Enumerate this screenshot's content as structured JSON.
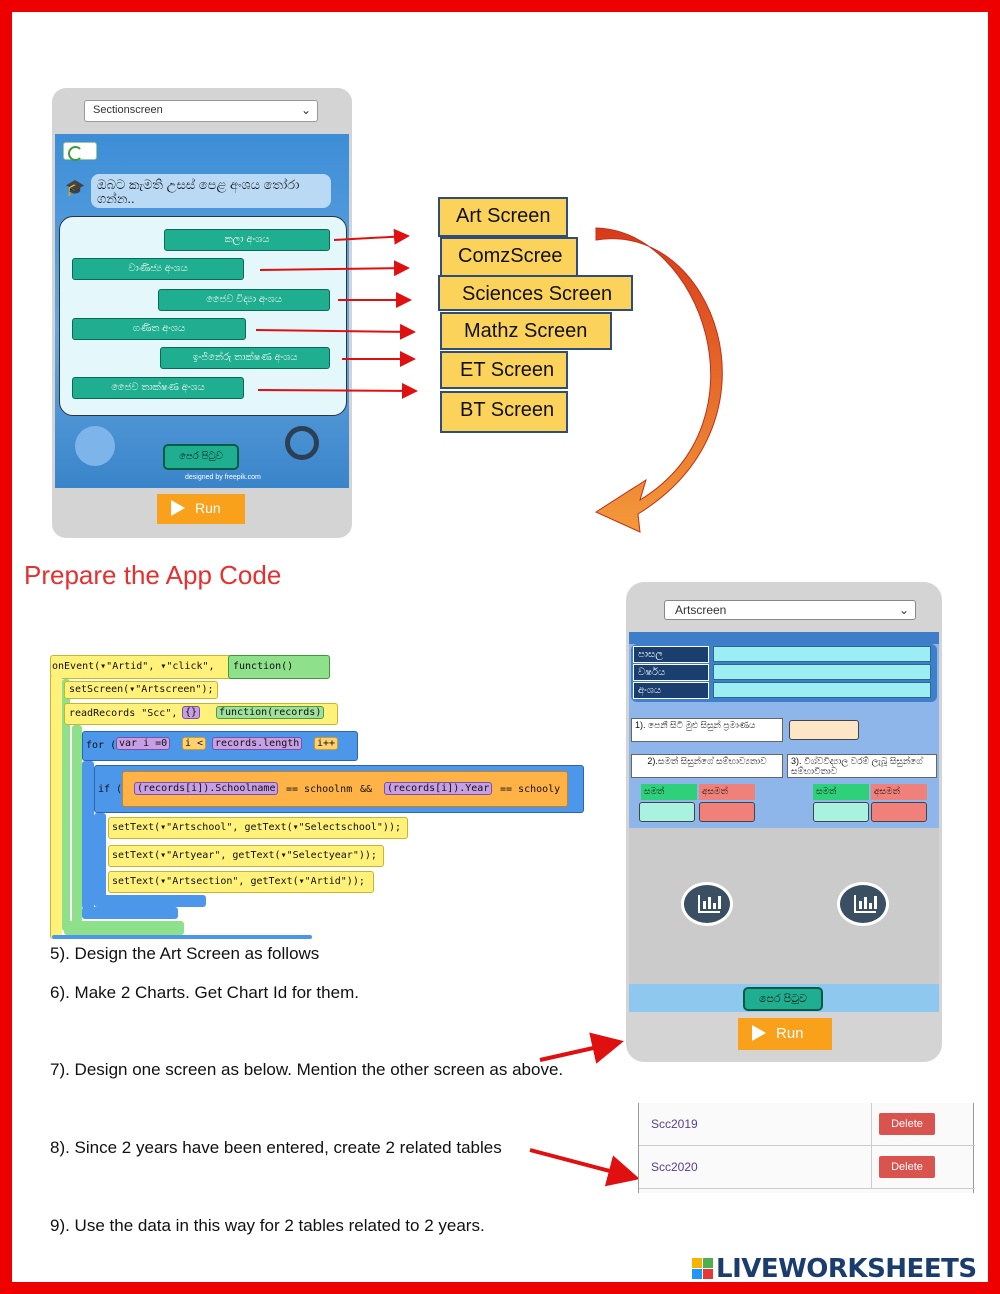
{
  "phone1": {
    "select_value": "Sectionscreen",
    "headline": "ඔබට කැමති උසස් පෙළ අංශය තෝරා ගන්න..",
    "buttons": [
      "කලා අංශය",
      "වාණිජ්‍ය අංශය",
      "ජෛව විද්‍යා අංශය",
      "ගණිත අංශය",
      "ඉංජිනේරු තාක්ෂණ අංශය",
      "ජෛව තාක්ෂණ අංශය"
    ],
    "back_button": "පෙර පිටුව",
    "credit": "designed by freepik.com",
    "run_label": "Run"
  },
  "screens": [
    "Art Screen",
    "ComzScree",
    "Sciences Screen",
    "Mathz Screen",
    "ET Screen",
    "BT Screen"
  ],
  "section_title": "Prepare the App Code",
  "code": {
    "line1": "onEvent(▾\"Artid\", ▾\"click\",",
    "line1_fn": "function()",
    "line2": "setScreen(▾\"Artscreen\");",
    "line3a": "readRecords \"Scc\",",
    "line3b": "{}",
    "line3c": "function(records)",
    "line4a": "for (",
    "line4b": "var i =0",
    "line4c": "i <",
    "line4d": "records.length",
    "line4e": "i++",
    "line5a": "if (",
    "line5b": "(records[i]).Schoolname",
    "line5c": "== schoolnm",
    "line5d": "&&",
    "line5e": "(records[i]).Year",
    "line5f": "== schooly",
    "line6": "setText(▾\"Artschool\", getText(▾\"Selectschool\"));",
    "line7": "setText(▾\"Artyear\", getText(▾\"Selectyear\"));",
    "line8": "setText(▾\"Artsection\", getText(▾\"Artid\"));"
  },
  "steps": [
    "5). Design the Art Screen as follows",
    "6). Make 2 Charts. Get Chart Id for them.",
    "7). Design one screen as below. Mention the other screen as above.",
    "8). Since 2 years have been entered, create 2 related tables",
    "9). Use the data in this way for 2 tables related to 2 years."
  ],
  "phone2": {
    "select_value": "Artscreen",
    "labels": [
      "පාසල",
      "වර්ෂය",
      "අංශය"
    ],
    "q1": "1). පෙනී සිටි මුළු සිසුන් ප්‍රමාණය",
    "q2": "2).සමත් සිසුන්ගේ සම්භාව්‍යතාව",
    "q3": "3). විශ්වවිද්‍යාල වරම් ලැබූ සිසුන්ගේ සම්භාවිතාව",
    "pass": "සමත්",
    "fail": "අසමත්",
    "back_button": "පෙර පිටුව",
    "run_label": "Run"
  },
  "tables": [
    {
      "name": "Scc2019",
      "action": "Delete"
    },
    {
      "name": "Scc2020",
      "action": "Delete"
    }
  ],
  "brand": "LIVEWORKSHEETS"
}
